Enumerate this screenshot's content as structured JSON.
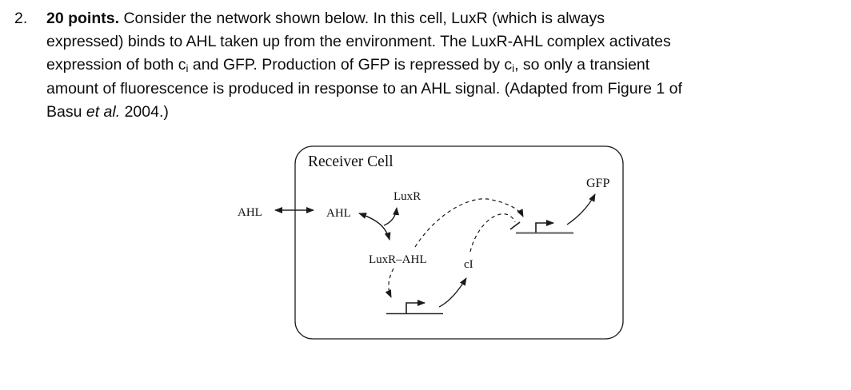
{
  "question": {
    "number": "2.",
    "lines": [
      [
        {
          "t": "20 points.",
          "s": "b"
        },
        {
          "t": " Consider the network shown below. In this cell, LuxR (which is always",
          "s": ""
        }
      ],
      [
        {
          "t": "expressed) binds to AHL taken up from the environment. The LuxR-AHL complex activates",
          "s": ""
        }
      ],
      [
        {
          "t": "expression of both c",
          "s": ""
        },
        {
          "t": "i",
          "s": "sub"
        },
        {
          "t": " and GFP. Production of GFP is repressed by c",
          "s": ""
        },
        {
          "t": "i",
          "s": "sub"
        },
        {
          "t": ", so only a transient",
          "s": ""
        }
      ],
      [
        {
          "t": "amount of fluorescence is produced in response to an AHL signal. (Adapted from Figure 1 of",
          "s": ""
        }
      ],
      [
        {
          "t": "Basu ",
          "s": ""
        },
        {
          "t": "et al.",
          "s": "i"
        },
        {
          "t": " 2004.)",
          "s": ""
        }
      ]
    ]
  },
  "diagram": {
    "cell_label": "Receiver Cell",
    "labels": {
      "ahl_outside": "AHL",
      "ahl_inside": "AHL",
      "luxr": "LuxR",
      "luxr_ahl": "LuxR–AHL",
      "ci": "cI",
      "gfp": "GFP"
    },
    "colors": {
      "ink": "#1a1a1a",
      "promoter2_baseline": "#7a7a7a",
      "background": "#ffffff"
    }
  }
}
